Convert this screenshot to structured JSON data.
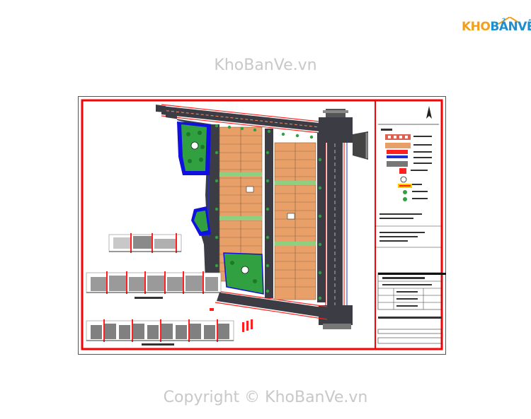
{
  "logo": {
    "part1": "KHO",
    "part2": "BẢNVẼ",
    "colors": {
      "primary": "#f0a020",
      "secondary": "#1d8fd0"
    }
  },
  "watermarks": {
    "top": "KhoBanVe.vn",
    "bottom": "Copyright © KhoBanVe.vn"
  },
  "drawing": {
    "colors": {
      "frame": "#ff0000",
      "lot": "#e8a068",
      "green": "#30a040",
      "water": "#1010e0",
      "road": "#404048"
    }
  }
}
